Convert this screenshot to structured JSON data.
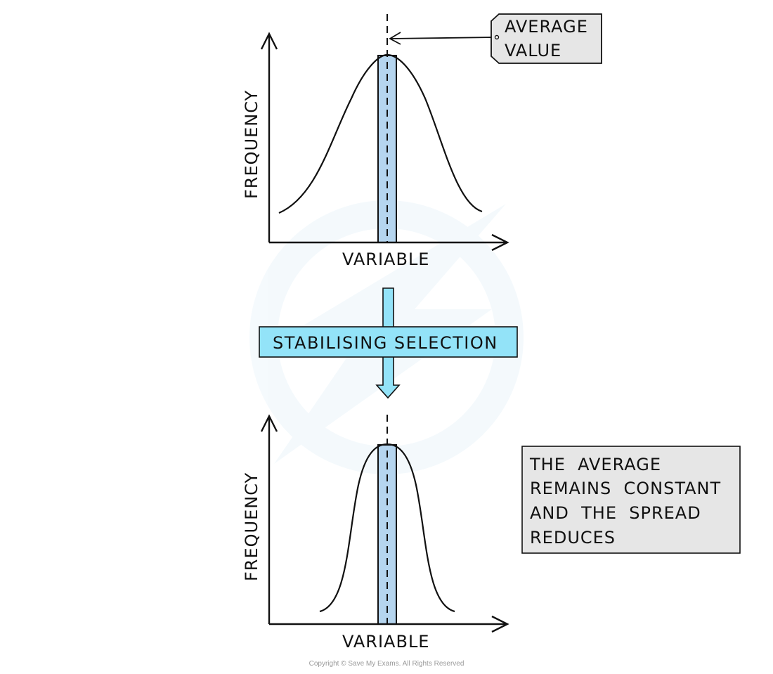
{
  "top_graph": {
    "y_label": "FREQUENCY",
    "x_label": "VARIABLE"
  },
  "average_tag": {
    "line1": "AVERAGE",
    "line2": "VALUE"
  },
  "process": {
    "label": "STABILISING SELECTION"
  },
  "bottom_graph": {
    "y_label": "FREQUENCY",
    "x_label": "VARIABLE"
  },
  "note": {
    "lines": [
      "THE  AVERAGE",
      "REMAINS  CONSTANT",
      "AND  THE  SPREAD",
      "REDUCES"
    ]
  },
  "copyright": "Copyright © Save My Exams. All Rights Reserved",
  "colors": {
    "average_band": "#b5d5ef",
    "process_arrow": "#93e3f8",
    "note_box": "#e6e6e6",
    "tag": "#e6e6e6"
  }
}
